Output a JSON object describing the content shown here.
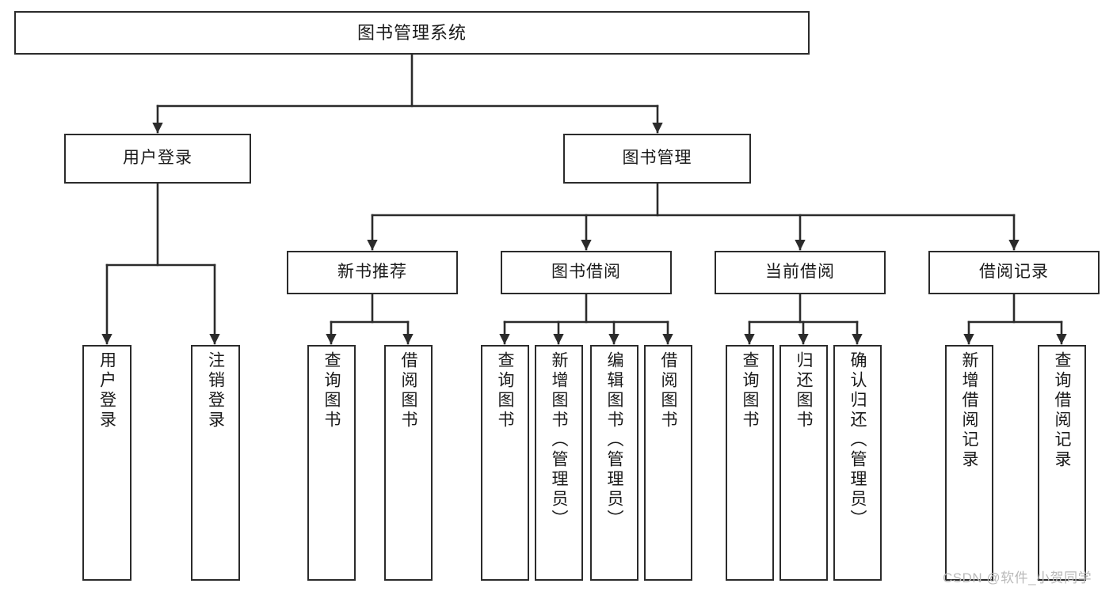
{
  "diagram": {
    "title": "图书管理系统",
    "type": "tree-hierarchy",
    "watermark": "CSDN @软件_小贺同学",
    "colors": {
      "stroke": "#2b2b2b",
      "fill": "#ffffff",
      "text": "#1a1a1a",
      "watermark": "#b9b9b9",
      "background": "#ffffff"
    },
    "nodes": {
      "root": {
        "label": "图书管理系统"
      },
      "level2": [
        {
          "id": "user-login",
          "label": "用户登录"
        },
        {
          "id": "book-management",
          "label": "图书管理"
        }
      ],
      "level3": [
        {
          "id": "new-book-recommend",
          "label": "新书推荐"
        },
        {
          "id": "book-borrow",
          "label": "图书借阅"
        },
        {
          "id": "current-borrow",
          "label": "当前借阅"
        },
        {
          "id": "borrow-record",
          "label": "借阅记录"
        }
      ],
      "leaves": {
        "user-login": [
          {
            "id": "leaf-user-login",
            "label": "用户登录"
          },
          {
            "id": "leaf-logout-login",
            "label": "注销登录"
          }
        ],
        "new-book-recommend": [
          {
            "id": "leaf-query-book-1",
            "label": "查询图书"
          },
          {
            "id": "leaf-borrow-book-1",
            "label": "借阅图书"
          }
        ],
        "book-borrow": [
          {
            "id": "leaf-query-book-2",
            "label": "查询图书"
          },
          {
            "id": "leaf-add-book",
            "label": "新增图书（管理员）"
          },
          {
            "id": "leaf-edit-book",
            "label": "编辑图书（管理员）"
          },
          {
            "id": "leaf-borrow-book-2",
            "label": "借阅图书"
          }
        ],
        "current-borrow": [
          {
            "id": "leaf-query-book-3",
            "label": "查询图书"
          },
          {
            "id": "leaf-return-book",
            "label": "归还图书"
          },
          {
            "id": "leaf-confirm-return",
            "label": "确认归还（管理员）"
          }
        ],
        "borrow-record": [
          {
            "id": "leaf-add-record",
            "label": "新增借阅记录"
          },
          {
            "id": "leaf-query-record",
            "label": "查询借阅记录"
          }
        ]
      }
    }
  }
}
